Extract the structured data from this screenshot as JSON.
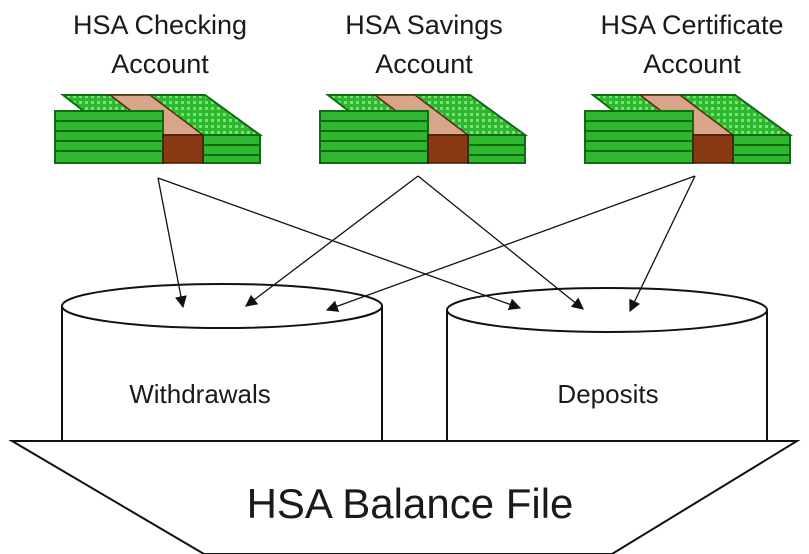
{
  "accounts": [
    {
      "line1": "HSA Checking",
      "line2": "Account",
      "icon": "money-stack-icon"
    },
    {
      "line1": "HSA Savings",
      "line2": "Account",
      "icon": "money-stack-icon"
    },
    {
      "line1": "HSA Certificate",
      "line2": "Account",
      "icon": "money-stack-icon"
    }
  ],
  "stores": {
    "withdrawals": "Withdrawals",
    "deposits": "Deposits"
  },
  "balance_file": "HSA Balance File",
  "colors": {
    "bill_green": "#2fb82f",
    "bill_dark": "#0e6b12",
    "band_tan": "#d9a58a",
    "band_brown": "#8a3a12",
    "line": "#111111"
  }
}
